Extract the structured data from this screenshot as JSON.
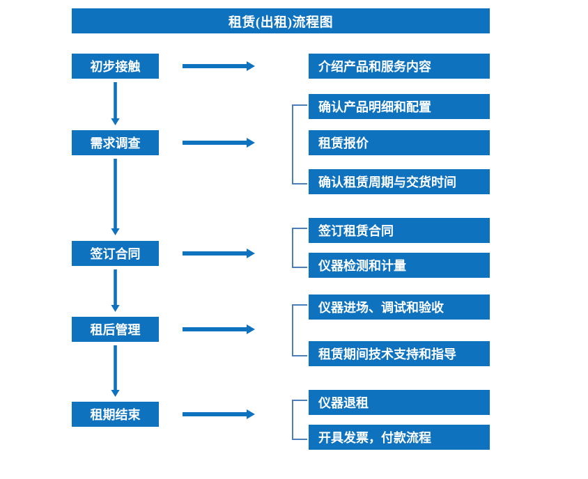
{
  "chart_data": {
    "type": "diagram",
    "diagram_kind": "flowchart",
    "title": "租赁(出租)流程图",
    "orientation": "vertical-stages-with-right-details",
    "accent_color": "#0f72bf",
    "bracket_color": "#4a7ebb",
    "text_color": "#ffffff",
    "background": "#ffffff"
  },
  "header": {
    "title": "租赁(出租)流程图"
  },
  "stages": [
    {
      "id": "stage-1",
      "label": "初步接触"
    },
    {
      "id": "stage-2",
      "label": "需求调查"
    },
    {
      "id": "stage-3",
      "label": "签订合同"
    },
    {
      "id": "stage-4",
      "label": "租后管理"
    },
    {
      "id": "stage-5",
      "label": "租期结束"
    }
  ],
  "details": [
    {
      "id": "detail-1-1",
      "label": "介绍产品和服务内容"
    },
    {
      "id": "detail-2-1",
      "label": "确认产品明细和配置"
    },
    {
      "id": "detail-2-2",
      "label": "租赁报价"
    },
    {
      "id": "detail-2-3",
      "label": "确认租赁周期与交货时间"
    },
    {
      "id": "detail-3-1",
      "label": "签订租赁合同"
    },
    {
      "id": "detail-3-2",
      "label": "仪器检测和计量"
    },
    {
      "id": "detail-4-1",
      "label": "仪器进场、调试和验收"
    },
    {
      "id": "detail-4-2",
      "label": "租赁期间技术支持和指导"
    },
    {
      "id": "detail-5-1",
      "label": "仪器退租"
    },
    {
      "id": "detail-5-2",
      "label": "开具发票，付款流程"
    }
  ],
  "icons": {
    "down_arrow": "down-arrow-icon",
    "right_arrow": "right-arrow-icon",
    "group_bracket": "group-bracket-icon"
  }
}
